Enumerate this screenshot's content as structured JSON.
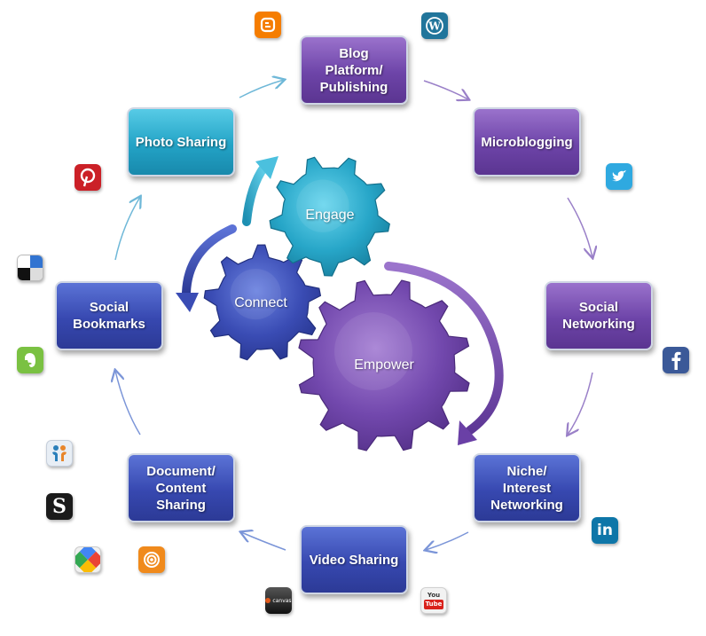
{
  "nodes": {
    "blog": "Blog\nPlatform/\nPublishing",
    "microblogging": "Microblogging",
    "social_networking": "Social\nNetworking",
    "niche": "Niche/\nInterest\nNetworking",
    "video": "Video Sharing",
    "document": "Document/\nContent\nSharing",
    "bookmarks": "Social\nBookmarks",
    "photo": "Photo Sharing"
  },
  "gears": {
    "engage": "Engage",
    "connect": "Connect",
    "empower": "Empower"
  },
  "icons": {
    "blogger": "blogger-icon",
    "wordpress": "wordpress-icon",
    "twitter": "twitter-icon",
    "facebook": "facebook-icon",
    "linkedin": "linkedin-icon",
    "youtube": "youtube-icon",
    "canvas": "canvas-icon",
    "pinterest": "pinterest-icon",
    "delicious": "delicious-icon",
    "evernote": "evernote-icon",
    "slideshare": "slideshare-icon",
    "scribd": "scribd-icon",
    "google": "google-icon",
    "podcast": "podcast-icon",
    "linkedin_text": "in",
    "canvas_text": "canvas",
    "youtube_text": "You Tube"
  },
  "colors": {
    "purple": "#6d44a8",
    "navy": "#3748b0",
    "cyan": "#23a3c6",
    "arrow": "#8b8fd0"
  }
}
